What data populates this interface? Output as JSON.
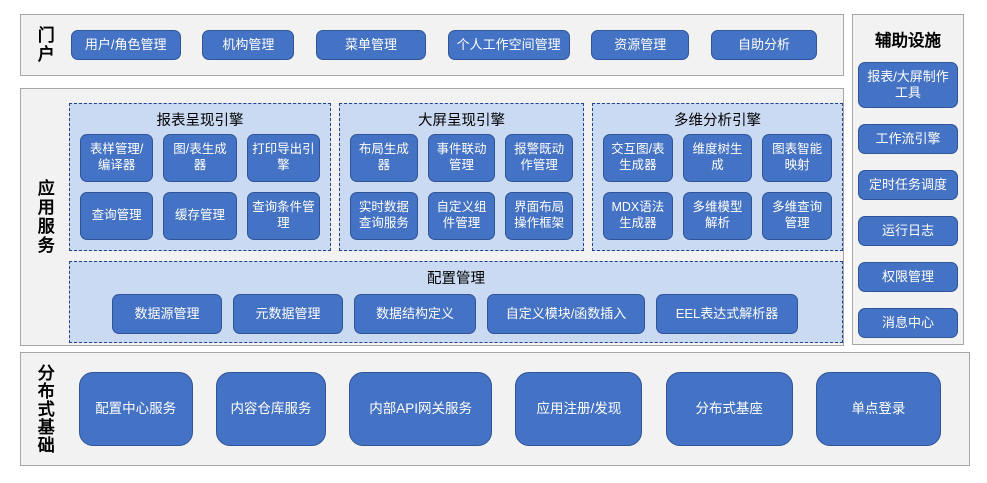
{
  "colors": {
    "node_fill": "#4472C4",
    "node_border": "#2F5597",
    "group_fill": "#CBDAF3",
    "group_border": "#24418E",
    "layer_fill": "#F2F2F2",
    "layer_border": "#A6A6A6"
  },
  "layers": {
    "portal": {
      "label": "门户",
      "buttons": [
        "用户/角色管理",
        "机构管理",
        "菜单管理",
        "个人工作空间管理",
        "资源管理",
        "自助分析"
      ]
    },
    "app_services": {
      "label": "应用服务",
      "groups": [
        {
          "title": "报表呈现引擎",
          "buttons": [
            "表样管理/编译器",
            "图/表生成器",
            "打印导出引擎",
            "查询管理",
            "缓存管理",
            "查询条件管理"
          ]
        },
        {
          "title": "大屏呈现引擎",
          "buttons": [
            "布局生成器",
            "事件联动管理",
            "报警既动作管理",
            "实时数据查询服务",
            "自定义组件管理",
            "界面布局操作框架"
          ]
        },
        {
          "title": "多维分析引擎",
          "buttons": [
            "交互图/表生成器",
            "维度树生成",
            "图表智能映射",
            "MDX语法生成器",
            "多维模型解析",
            "多维查询管理"
          ]
        }
      ],
      "config": {
        "title": "配置管理",
        "buttons": [
          "数据源管理",
          "元数据管理",
          "数据结构定义",
          "自定义模块/函数插入",
          "EEL表达式解析器"
        ]
      }
    },
    "auxiliary": {
      "title": "辅助设施",
      "buttons": [
        "报表/大屏制作工具",
        "工作流引擎",
        "定时任务调度",
        "运行日志",
        "权限管理",
        "消息中心"
      ]
    },
    "distributed_base": {
      "label": "分布式基础",
      "buttons": [
        "配置中心服务",
        "内容仓库服务",
        "内部API网关服务",
        "应用注册/发现",
        "分布式基座",
        "单点登录"
      ]
    }
  }
}
